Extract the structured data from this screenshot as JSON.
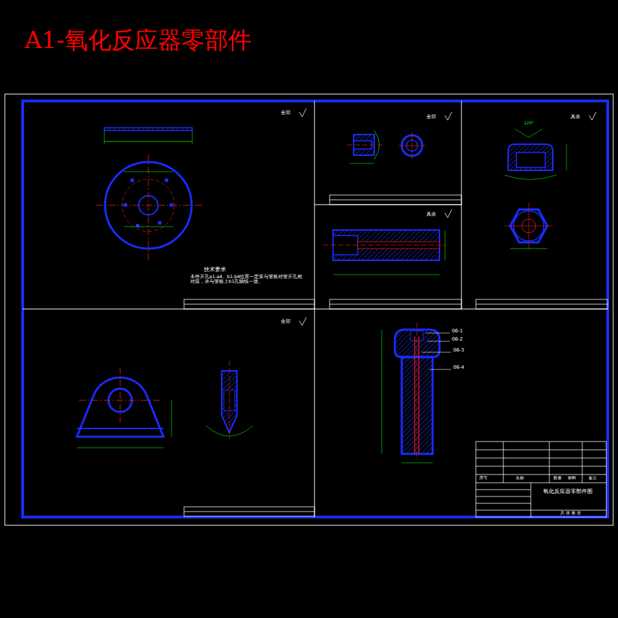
{
  "diagram": {
    "title": "A1-氧化反应器零部件",
    "labels": [
      "全部",
      "全部",
      "其余",
      "其余",
      "全部",
      "技术要求",
      "本件开孔a1-a4、b1-b4位置一定要与管板对管开孔相对应，并与管板上b1孔轴线一致。",
      "06-1",
      "06-2",
      "06-3",
      "06-4",
      "氧化反应器零部件图",
      "序号",
      "名称",
      "数量",
      "材料",
      "备注",
      "共 张 第 张",
      "120°"
    ]
  }
}
